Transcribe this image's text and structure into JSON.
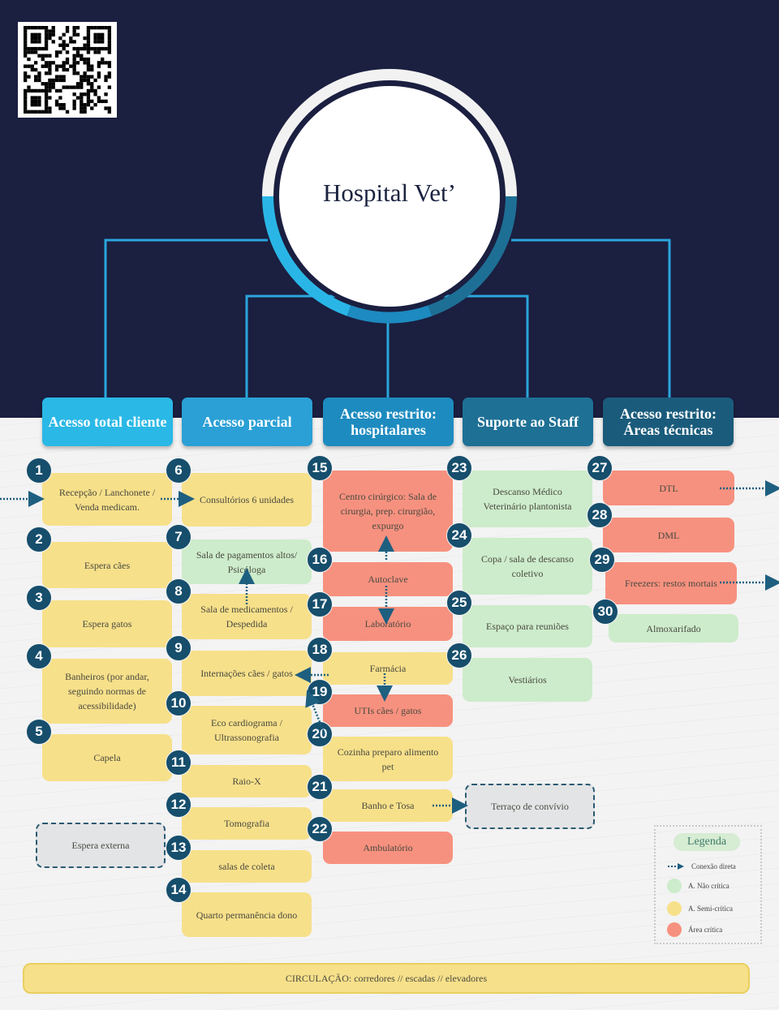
{
  "title": "Hospital Vet’",
  "columns": [
    {
      "label": "Acesso total cliente",
      "color": "#2ab8e6"
    },
    {
      "label": "Acesso parcial",
      "color": "#2aa0d6"
    },
    {
      "label": "Acesso restrito: hospitalares",
      "color": "#1d8bbf"
    },
    {
      "label": "Suporte ao Staff",
      "color": "#1e7095"
    },
    {
      "label": "Acesso restrito: Áreas técnicas",
      "color": "#1a5b7b"
    }
  ],
  "rooms": [
    {
      "n": "1",
      "label": "Recepção / Lanchonete / Venda medicam.",
      "zone": "semi"
    },
    {
      "n": "2",
      "label": "Espera cães",
      "zone": "semi"
    },
    {
      "n": "3",
      "label": "Espera gatos",
      "zone": "semi"
    },
    {
      "n": "4",
      "label": "Banheiros (por andar, seguindo normas de acessibilidade)",
      "zone": "semi"
    },
    {
      "n": "5",
      "label": "Capela",
      "zone": "semi"
    },
    {
      "n": "6",
      "label": "Consultórios 6 unidades",
      "zone": "semi"
    },
    {
      "n": "7",
      "label": "Sala de pagamentos altos/ Psicóloga",
      "zone": "non"
    },
    {
      "n": "8",
      "label": "Sala de medicamentos / Despedida",
      "zone": "semi"
    },
    {
      "n": "9",
      "label": "Internações cães / gatos",
      "zone": "semi"
    },
    {
      "n": "10",
      "label": "Eco cardiograma / Ultrassonografia",
      "zone": "semi"
    },
    {
      "n": "11",
      "label": "Raio-X",
      "zone": "semi"
    },
    {
      "n": "12",
      "label": "Tomografia",
      "zone": "semi"
    },
    {
      "n": "13",
      "label": "salas de coleta",
      "zone": "semi"
    },
    {
      "n": "14",
      "label": "Quarto permanência dono",
      "zone": "semi"
    },
    {
      "n": "15",
      "label": "Centro cirúrgico: Sala de cirurgia, prep. cirurgião, expurgo",
      "zone": "crit"
    },
    {
      "n": "16",
      "label": "Autoclave",
      "zone": "crit"
    },
    {
      "n": "17",
      "label": "Laboratório",
      "zone": "crit"
    },
    {
      "n": "18",
      "label": "Farmácia",
      "zone": "semi"
    },
    {
      "n": "19",
      "label": "UTIs cães / gatos",
      "zone": "crit"
    },
    {
      "n": "20",
      "label": "Cozinha preparo alimento pet",
      "zone": "semi"
    },
    {
      "n": "21",
      "label": "Banho e Tosa",
      "zone": "semi"
    },
    {
      "n": "22",
      "label": "Ambulatório",
      "zone": "crit"
    },
    {
      "n": "23",
      "label": "Descanso Médico Veterinário plantonista",
      "zone": "non"
    },
    {
      "n": "24",
      "label": "Copa / sala de descanso coletivo",
      "zone": "non"
    },
    {
      "n": "25",
      "label": "Espaço para reuniões",
      "zone": "non"
    },
    {
      "n": "26",
      "label": "Vestiários",
      "zone": "non"
    },
    {
      "n": "27",
      "label": "DTL",
      "zone": "crit"
    },
    {
      "n": "28",
      "label": "DML",
      "zone": "crit"
    },
    {
      "n": "29",
      "label": "Freezers: restos mortais",
      "zone": "crit"
    },
    {
      "n": "30",
      "label": "Almoxarifado",
      "zone": "non"
    }
  ],
  "external_areas": {
    "espera_externa": "Espera externa",
    "terraco": "Terraço de convívio"
  },
  "legend": {
    "title": "Legenda",
    "items": [
      {
        "label": "Conexão direta",
        "icon": "dotted-arrow-icon"
      },
      {
        "label": "A. Não crítica",
        "color": "#cdeccb"
      },
      {
        "label": "A. Semi-crítica",
        "color": "#f7e08a"
      },
      {
        "label": "Área crítica",
        "color": "#f7917f"
      }
    ]
  },
  "circulation": "CIRCULAÇÃO: corredores // escadas // elevadores"
}
